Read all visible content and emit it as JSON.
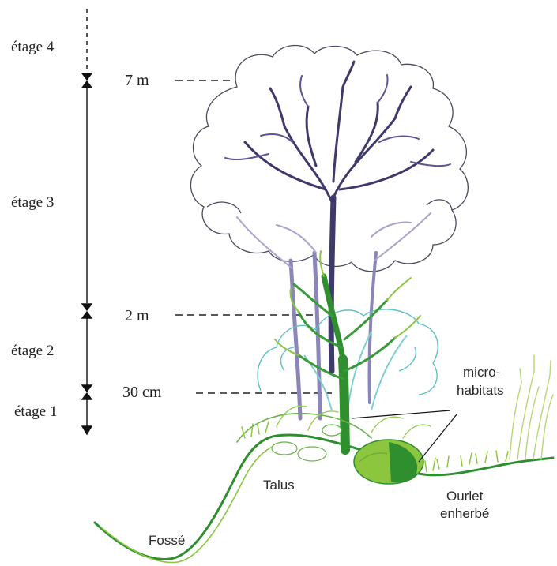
{
  "strata": {
    "levels": [
      {
        "label": "étage 4"
      },
      {
        "label": "étage 3"
      },
      {
        "label": "étage 2"
      },
      {
        "label": "étage 1"
      }
    ],
    "heights": [
      {
        "label": "7 m"
      },
      {
        "label": "2 m"
      },
      {
        "label": "30 cm"
      }
    ]
  },
  "annotations": {
    "microhabitats_line1": "micro-",
    "microhabitats_line2": "habitats",
    "talus": "Talus",
    "fosse": "Fossé",
    "ourlet_line1": "Ourlet",
    "ourlet_line2": "enherbé"
  },
  "colors": {
    "tree_outline": "#4a4a5e",
    "branches_dark": "#3e3a6b",
    "branches_light": "#8a86b8",
    "shrub_cyan": "#5fc1c4",
    "green_dark": "#2f8f2f",
    "green_light": "#8cc63f",
    "grass": "#b9d67a"
  }
}
